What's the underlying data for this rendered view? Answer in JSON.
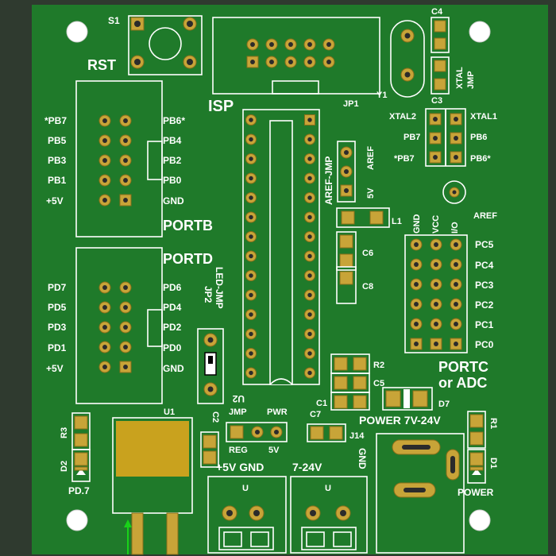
{
  "board": {
    "colors": {
      "pcb": "#1f7a2a",
      "pcb_dark": "#176a22",
      "silk": "#ffffff",
      "pad": "#c8a438",
      "pad_stroke": "#8a6f1a",
      "regulator": "#c9a21e",
      "hole": "#ffffff",
      "edge": "#2f3a2f",
      "arrow": "#19d219"
    },
    "labels": {
      "s1": "S1",
      "rst": "RST",
      "isp": "ISP",
      "jp1": "JP1",
      "y1": "Y1",
      "c4": "C4",
      "xtal": "XTAL",
      "jmp": "JMP",
      "c3": "C3",
      "xtal2": "XTAL2",
      "xtal1": "XTAL1",
      "pb7_r": "PB7",
      "pb6_r": "PB6",
      "pb7s_r": "*PB7",
      "pb6s_r": "PB6*",
      "aref_jmp": "AREF-JMP",
      "aref_v": "AREF",
      "v5_v": "5V",
      "aref_r": "AREF",
      "gnd_v": "GND",
      "vcc_v": "VCC",
      "io_v": "I/O",
      "l1": "L1",
      "c6": "C6",
      "c8": "C8",
      "pb7s": "*PB7",
      "pb5": "PB5",
      "pb3": "PB3",
      "pb1": "PB1",
      "p5v_b": "+5V",
      "pb6s": "PB6*",
      "pb4": "PB4",
      "pb2": "PB2",
      "pb0": "PB0",
      "gnd_b": "GND",
      "portb": "PORTB",
      "portd": "PORTD",
      "pd7": "PD7",
      "pd5": "PD5",
      "pd3": "PD3",
      "pd1": "PD1",
      "p5v_d": "+5V",
      "pd6": "PD6",
      "pd4": "PD4",
      "pd2": "PD2",
      "pd0": "PD0",
      "gnd_d": "GND",
      "led_jmp": "LED-JMP",
      "jp2": "JP2",
      "u2": "U2",
      "pc5": "PC5",
      "pc4": "PC4",
      "pc3": "PC3",
      "pc2": "PC2",
      "pc1": "PC1",
      "pc0": "PC0",
      "r2": "R2",
      "c5": "C5",
      "portc": "PORTC",
      "or_adc": "or ADC",
      "c1": "C1",
      "d7": "D7",
      "power_range": "POWER 7V-24V",
      "r1": "R1",
      "d1": "D1",
      "power": "POWER",
      "u1": "U1",
      "r3": "R3",
      "d2": "D2",
      "pd7b": "PD.7",
      "c2": "C2",
      "pwr": "PWR",
      "reg": "REG",
      "v5": "5V",
      "c7": "C7",
      "j14": "J14",
      "gnd_j": "GND",
      "p5v_gnd": "+5V GND",
      "v7_24": "7-24V",
      "conn_u1": "U",
      "conn_u2": "U"
    }
  }
}
